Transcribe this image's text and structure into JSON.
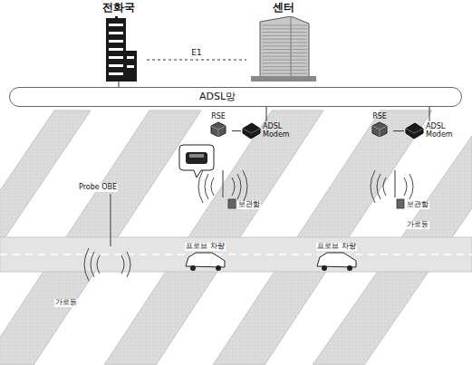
{
  "diagram": {
    "nodes": [
      {
        "text": [
          "전화국"
        ]
      },
      {
        "text": [
          "센터"
        ]
      },
      {
        "text": [
          "ADSL망"
        ]
      },
      {
        "text": [
          "RSE"
        ]
      },
      {
        "text": [
          "ADSL Modem"
        ]
      },
      {
        "text": [
          "RSE"
        ]
      },
      {
        "text": [
          "ADSL Modem"
        ]
      }
    ],
    "edges": [
      {
        "from": 0,
        "to": 1,
        "label": "E1",
        "arrow": "none"
      },
      {
        "from": 0,
        "to": 2,
        "arrow": "none"
      },
      {
        "from": 2,
        "to": 4,
        "arrow": "none"
      },
      {
        "from": 2,
        "to": 6,
        "arrow": "none"
      },
      {
        "from": 3,
        "to": 4,
        "arrow": "none"
      },
      {
        "from": 5,
        "to": 6,
        "arrow": "none"
      }
    ],
    "labels": [
      "Probe OBE",
      "프로브 차량",
      "보관함",
      "프로브 차량",
      "보관함",
      "가로등",
      "가로등"
    ]
  }
}
